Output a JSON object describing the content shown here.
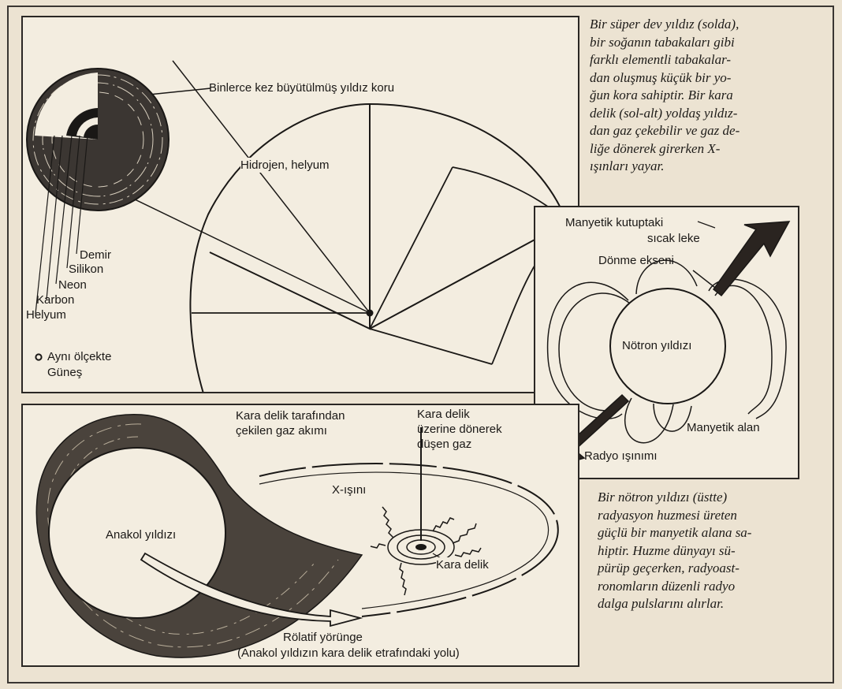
{
  "supergiant": {
    "core_label": "Binlerce kez büyütülmüş yıldız koru",
    "hydrogen_label": "Hidrojen, helyum",
    "layers": [
      "Demir",
      "Silikon",
      "Neon",
      "Karbon",
      "Helyum"
    ],
    "sun_scale_line1": "Aynı ölçekte",
    "sun_scale_line2": "Güneş"
  },
  "neutron": {
    "hotspot_line1": "Manyetik kutuptaki",
    "hotspot_line2": "sıcak leke",
    "axis_label": "Dönme ekseni",
    "star_label": "Nötron yıldızı",
    "field_label": "Manyetik alan",
    "radio_label": "Radyo ışınımı"
  },
  "blackhole": {
    "stream_line1": "Kara delik tarafından",
    "stream_line2": "çekilen gaz akımı",
    "falling_line1": "Kara delik",
    "falling_line2": "üzerine dönerek",
    "falling_line3": "düşen gaz",
    "xray_label": "X-ışını",
    "mainseq_label": "Anakol yıldızı",
    "blackhole_label": "Kara delik",
    "orbit_line1": "Rölatif yörünge",
    "orbit_line2": "(Anakol yıldızın kara delik etrafındaki yolu)"
  },
  "captions": {
    "top": "Bir süper dev yıldız (solda),\nbir soğanın tabakaları gibi\nfarklı elementli tabakalar-\ndan oluşmuş küçük bir yo-\nğun kora sahiptir. Bir kara\ndelik (sol-alt) yoldaş yıldız-\ndan gaz çekebilir ve gaz de-\nliğe dönerek girerken X-\nışınları yayar.",
    "bottom": "Bir nötron yıldızı (üstte)\nradyasyon huzmesi üreten\ngüçlü bir manyetik alana sa-\nhiptir. Huzme dünyayı sü-\npürüp geçerken, radyoast-\nronomların düzenli radyo\ndalga pulslarını alırlar."
  }
}
